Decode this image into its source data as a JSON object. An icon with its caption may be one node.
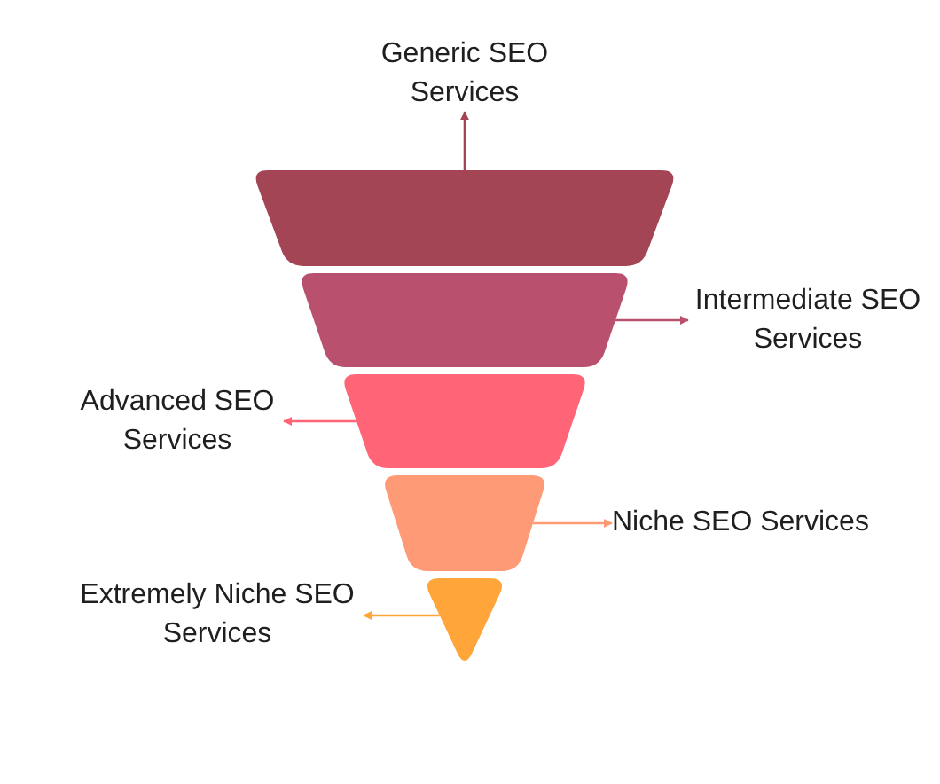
{
  "diagram": {
    "nodes": [
      {
        "text": [
          "Generic SEO Services"
        ]
      },
      {
        "text": [],
        "shape": "trapezoid"
      },
      {
        "text": [],
        "shape": "trapezoid"
      },
      {
        "text": [
          "Intermediate SEO Services"
        ]
      },
      {
        "text": [
          "Advanced SEO Services"
        ]
      },
      {
        "text": [],
        "shape": "trapezoid"
      },
      {
        "text": [],
        "shape": "trapezoid"
      },
      {
        "text": [
          "Niche SEO Services"
        ]
      },
      {
        "text": [
          "Extremely Niche SEO Services"
        ]
      },
      {
        "text": [],
        "shape": "triangle"
      }
    ],
    "edges": [
      {
        "from": 1,
        "to": 0,
        "arrow": "to",
        "color": "#a34555"
      },
      {
        "from": 2,
        "to": 3,
        "arrow": "to",
        "color": "#b8506e"
      },
      {
        "from": 5,
        "to": 4,
        "arrow": "to",
        "color": "#ff6577"
      },
      {
        "from": 6,
        "to": 7,
        "arrow": "to",
        "color": "#ff9a76"
      },
      {
        "from": 9,
        "to": 8,
        "arrow": "to",
        "color": "#ffa53a"
      }
    ]
  }
}
